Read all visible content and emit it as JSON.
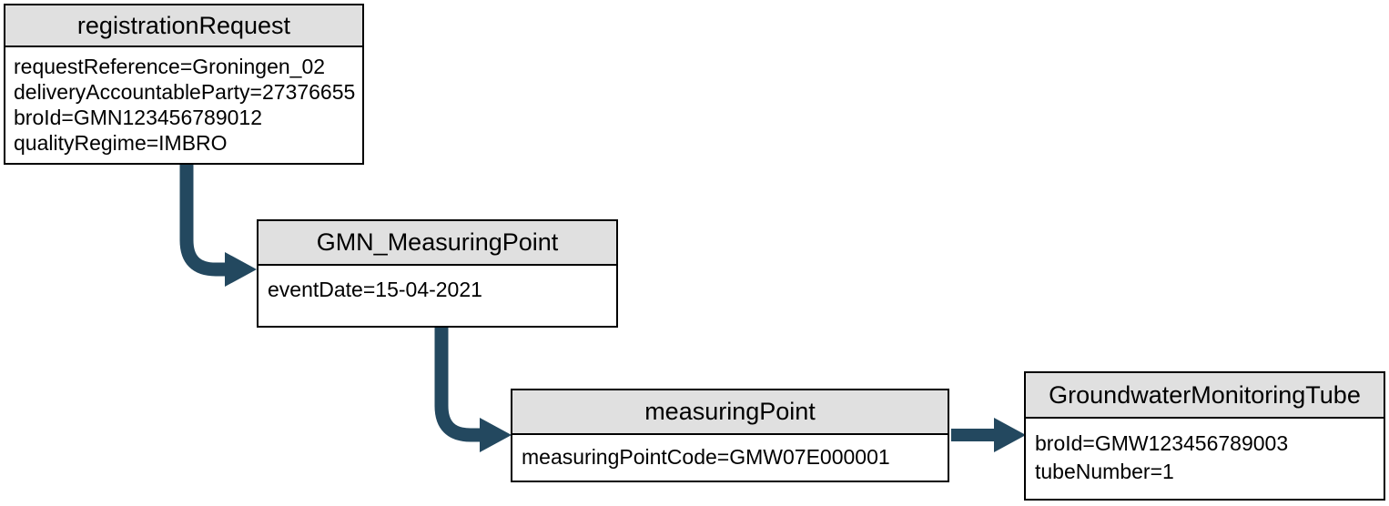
{
  "diagram": {
    "background_color": "#ffffff",
    "node_fill": "#ffffff",
    "header_fill": "#e0e0e0",
    "border_color": "#000000",
    "text_color": "#000000",
    "arrow_color": "#23485f"
  },
  "nodes": [
    {
      "id": "registrationRequest",
      "title": "registrationRequest",
      "attributes": [
        "requestReference=Groningen_02",
        "deliveryAccountableParty=27376655",
        "broId=GMN123456789012",
        "qualityRegime=IMBRO"
      ]
    },
    {
      "id": "GMN_MeasuringPoint",
      "title": "GMN_MeasuringPoint",
      "attributes": [
        "eventDate=15-04-2021"
      ]
    },
    {
      "id": "measuringPoint",
      "title": "measuringPoint",
      "attributes": [
        "measuringPointCode=GMW07E000001"
      ]
    },
    {
      "id": "GroundwaterMonitoringTube",
      "title": "GroundwaterMonitoringTube",
      "attributes": [
        "broId=GMW123456789003",
        "tubeNumber=1"
      ]
    }
  ],
  "edges": [
    {
      "from": "registrationRequest",
      "to": "GMN_MeasuringPoint"
    },
    {
      "from": "GMN_MeasuringPoint",
      "to": "measuringPoint"
    },
    {
      "from": "measuringPoint",
      "to": "GroundwaterMonitoringTube"
    }
  ]
}
